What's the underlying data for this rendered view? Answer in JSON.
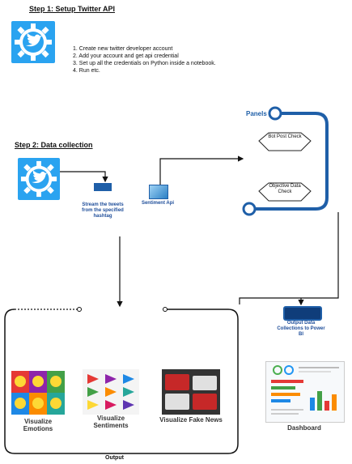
{
  "step1": {
    "title": "Step 1: Setup Twitter API",
    "notes": [
      "1. Create new twitter developer account",
      "2. Add your account and get api credential",
      "3. Set up all the credentials on Python inside a notebook.",
      "4. Run etc."
    ]
  },
  "step2": {
    "title": "Step 2: Data collection"
  },
  "nodes": {
    "stream_label": "Stream the tweets from the specified hashtag",
    "sentiment_label": "Sentiment Api",
    "panels_label": "Panels",
    "bot_check": "Bot Post Check",
    "objective_check": "Objective Data Check",
    "filter_label": "Output Data Collections to Power BI",
    "output_label": "Dashboard",
    "bottom_label": "Output"
  },
  "tiles": [
    {
      "label": "Visualize Emotions"
    },
    {
      "label": "Visualize Sentiments"
    },
    {
      "label": "Visualize Fake News"
    }
  ],
  "colors": {
    "twitter": "#2aa3f0",
    "panel": "#1f5fa8",
    "accent": "#0f3d7a"
  }
}
